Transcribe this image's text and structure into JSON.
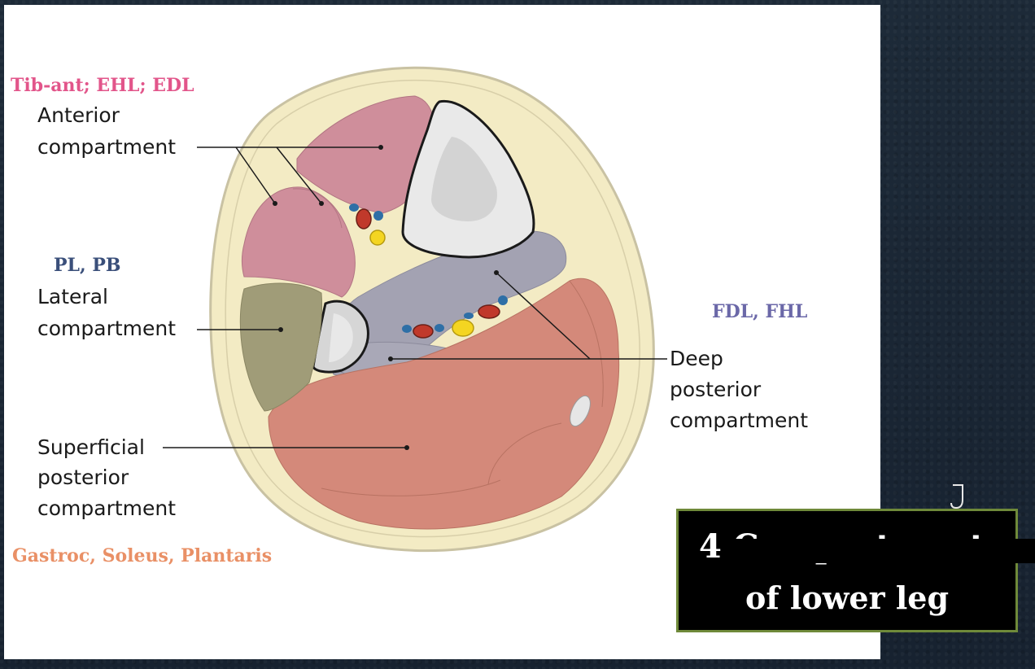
{
  "labels": {
    "anterior_muscles": "Tib-ant; EHL; EDL",
    "anterior_1": "Anterior",
    "anterior_2": "compartment",
    "lateral_muscles": "PL, PB",
    "lateral_1": "Lateral",
    "lateral_2": "compartment",
    "deep_muscles": "FDL, FHL",
    "deep_1": "Deep",
    "deep_2": "posterior",
    "deep_3": "compartment",
    "superficial_1": "Superficial",
    "superficial_2": "posterior",
    "superficial_3": "compartment",
    "superficial_muscles": "Gastroc, Soleus, Plantaris"
  },
  "title": {
    "line1": "4 Compartments",
    "line2": "of lower leg"
  },
  "colors": {
    "anterior_muscle": "#cf8e9b",
    "lateral_muscle": "#a09c78",
    "deep_muscle": "#a3a2b2",
    "superficial_muscle": "#d4897a",
    "fat": "#f3ebc4",
    "bone": "#d6d6d6",
    "pink_text": "#e2558a",
    "blue_text": "#3a4f7a",
    "purple_text": "#6b68a8",
    "orange_text": "#e99066",
    "title_border": "#6f8a3a"
  }
}
